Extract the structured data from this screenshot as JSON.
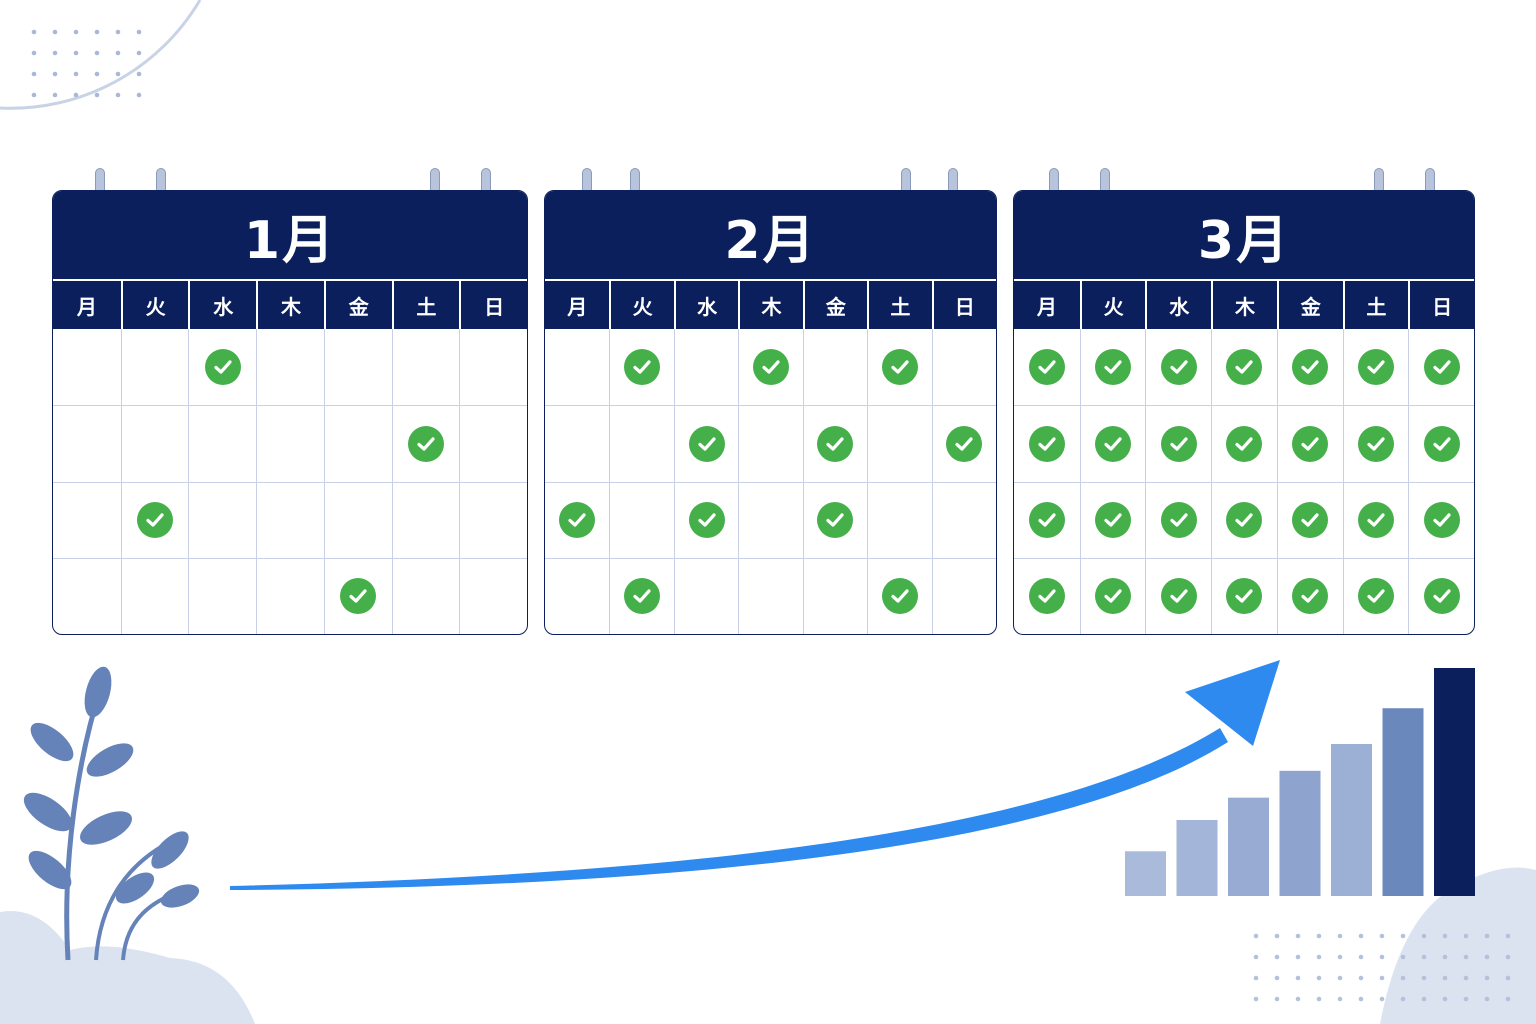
{
  "weekdays": [
    "月",
    "火",
    "水",
    "木",
    "金",
    "土",
    "日"
  ],
  "calendars": [
    {
      "title": "1月",
      "checked": [
        [
          0,
          2
        ],
        [
          1,
          5
        ],
        [
          2,
          1
        ],
        [
          3,
          4
        ]
      ]
    },
    {
      "title": "2月",
      "checked": [
        [
          0,
          1
        ],
        [
          0,
          3
        ],
        [
          0,
          5
        ],
        [
          1,
          2
        ],
        [
          1,
          4
        ],
        [
          1,
          6
        ],
        [
          2,
          0
        ],
        [
          2,
          2
        ],
        [
          2,
          4
        ],
        [
          3,
          1
        ],
        [
          3,
          5
        ]
      ]
    },
    {
      "title": "3月",
      "checked": "all"
    }
  ],
  "chart_data": {
    "type": "bar",
    "values": [
      1,
      1.7,
      2.2,
      2.8,
      3.4,
      4.2,
      5.1
    ],
    "colors": [
      "#a9badb",
      "#a3b5d8",
      "#97abd3",
      "#8ea3cd",
      "#9cb0d6",
      "#6b88bd",
      "#0b1f5c"
    ]
  },
  "colors": {
    "navy": "#0b1f5c",
    "check_green": "#45b04a",
    "arrow_blue": "#2f8af0",
    "plant": "#6583b8",
    "blob": "#dbe3f1"
  }
}
